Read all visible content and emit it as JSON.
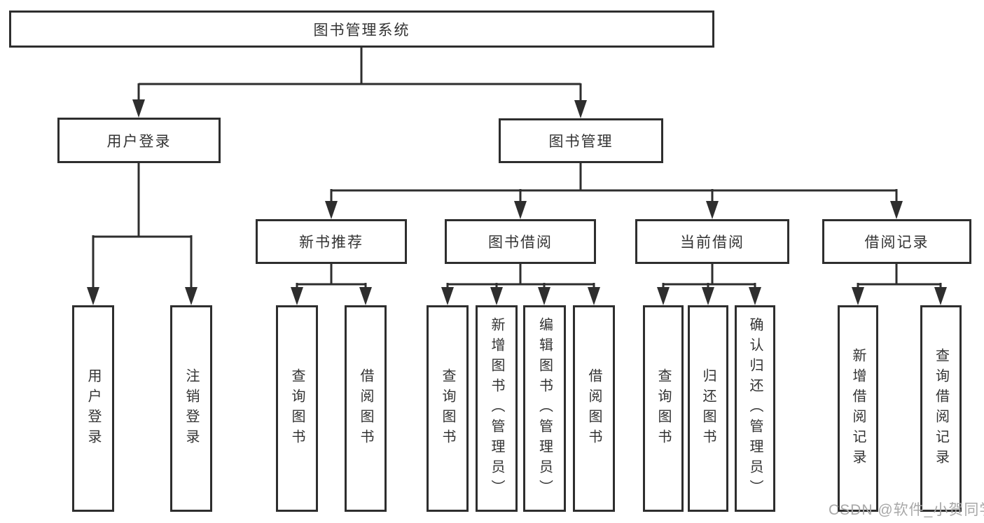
{
  "diagram": {
    "root": {
      "label": "图书管理系统"
    },
    "level2": [
      {
        "label": "用户登录"
      },
      {
        "label": "图书管理"
      }
    ],
    "level3": [
      {
        "label": "新书推荐"
      },
      {
        "label": "图书借阅"
      },
      {
        "label": "当前借阅"
      },
      {
        "label": "借阅记录"
      }
    ],
    "leaves": {
      "login": [
        {
          "label": "用户登录"
        },
        {
          "label": "注销登录"
        }
      ],
      "recommend": [
        {
          "label": "查询图书"
        },
        {
          "label": "借阅图书"
        }
      ],
      "borrow": [
        {
          "label": "查询图书"
        },
        {
          "label": "新增图书（管理员）"
        },
        {
          "label": "编辑图书（管理员）"
        },
        {
          "label": "借阅图书"
        }
      ],
      "current": [
        {
          "label": "查询图书"
        },
        {
          "label": "归还图书"
        },
        {
          "label": "确认归还（管理员）"
        }
      ],
      "records": [
        {
          "label": "新增借阅记录"
        },
        {
          "label": "查询借阅记录"
        }
      ]
    },
    "watermark": "CSDN @软件_小贺同学",
    "colors": {
      "line": "#2e2e2e",
      "text": "#333333",
      "watermark": "#a8a8a8",
      "background": "#ffffff"
    }
  }
}
